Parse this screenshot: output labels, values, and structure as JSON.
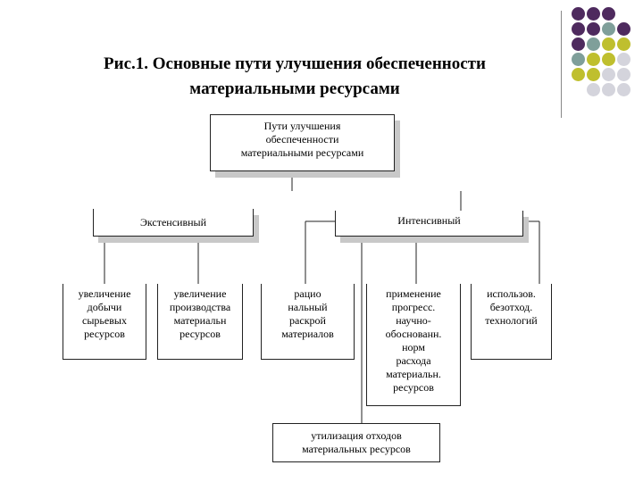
{
  "title": {
    "line1": "Рис.1. Основные пути улучшения обеспеченности",
    "line2": "материальными ресурсами"
  },
  "decor": {
    "dot_colors": [
      "#4e2a5e",
      "#7f9f9a",
      "#bfbf2e",
      "#d4d4dc"
    ]
  },
  "nodes": {
    "root": [
      "Пути улучшения",
      "обеспеченности",
      "материальными ресурсами"
    ],
    "extensive": "Экстенсивный",
    "intensive": "Интенсивный",
    "leaf1": [
      "увеличение",
      "добычи",
      "сырьевых",
      "ресурсов"
    ],
    "leaf2": [
      "увеличение",
      "производства",
      "материальн",
      "ресурсов"
    ],
    "leaf3": [
      "рацио",
      "нальный",
      "раскрой",
      "материалов"
    ],
    "leaf4": [
      "применение",
      "прогресс.",
      "научно-",
      "обоснованн.",
      "норм",
      "расхода",
      "материальн.",
      "ресурсов"
    ],
    "leaf5": [
      "использов.",
      "безотход.",
      "технологий"
    ],
    "bottom": [
      "утилизация отходов",
      "материальных ресурсов"
    ]
  }
}
